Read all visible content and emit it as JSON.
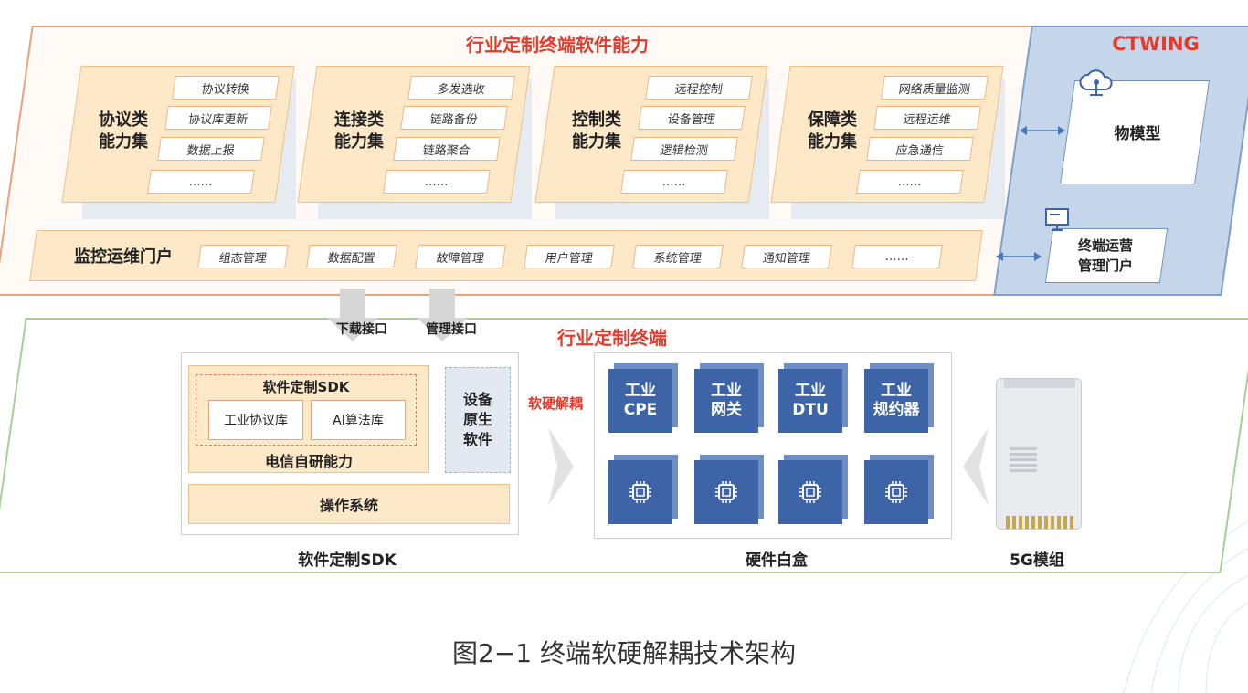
{
  "top": {
    "title": "行业定制终端软件能力",
    "groups": [
      {
        "name_line1": "协议类",
        "name_line2": "能力集",
        "items": [
          "协议转换",
          "协议库更新",
          "数据上报",
          "……"
        ]
      },
      {
        "name_line1": "连接类",
        "name_line2": "能力集",
        "items": [
          "多发选收",
          "链路备份",
          "链路聚合",
          "……"
        ]
      },
      {
        "name_line1": "控制类",
        "name_line2": "能力集",
        "items": [
          "远程控制",
          "设备管理",
          "逻辑检测",
          "……"
        ]
      },
      {
        "name_line1": "保障类",
        "name_line2": "能力集",
        "items": [
          "网络质量监测",
          "远程运维",
          "应急通信",
          "……"
        ]
      }
    ],
    "monitor": {
      "title": "监控运维门户",
      "items": [
        "组态管理",
        "数据配置",
        "故障管理",
        "用户管理",
        "系统管理",
        "通知管理",
        "……"
      ]
    }
  },
  "ctwing": {
    "title": "CTWING",
    "thing_model": "物模型",
    "portal_line1": "终端运营",
    "portal_line2": "管理门户"
  },
  "interfaces": {
    "download": "下载接口",
    "manage": "管理接口"
  },
  "bottom": {
    "title": "行业定制终端",
    "sdk": {
      "inner_title": "软件定制SDK",
      "libs": [
        "工业协议库",
        "AI算法库"
      ],
      "telecom": "电信自研能力",
      "os": "操作系统",
      "native_line1": "设备",
      "native_line2": "原生",
      "native_line3": "软件",
      "footer": "软件定制SDK"
    },
    "decouple": "软硬解耦",
    "hardware": {
      "cubes": [
        {
          "line1": "工业",
          "line2": "CPE"
        },
        {
          "line1": "工业",
          "line2": "网关"
        },
        {
          "line1": "工业",
          "line2": "DTU"
        },
        {
          "line1": "工业",
          "line2": "规约器"
        }
      ],
      "footer": "硬件白盒"
    },
    "module_label": "5G模组"
  },
  "caption": "图2−1  终端软硬解耦技术架构",
  "icons": [
    "cloud-icon",
    "monitor-icon",
    "chip-icon",
    "double-arrow-icon"
  ],
  "colors": {
    "title_red": "#e33b2c",
    "cap_fill": "#fde8c8",
    "cap_border": "#efc08c",
    "cube_blue": "#3c64a7",
    "ctwing_fill": "#c5d6ea",
    "green_frame": "#a6cf98"
  }
}
